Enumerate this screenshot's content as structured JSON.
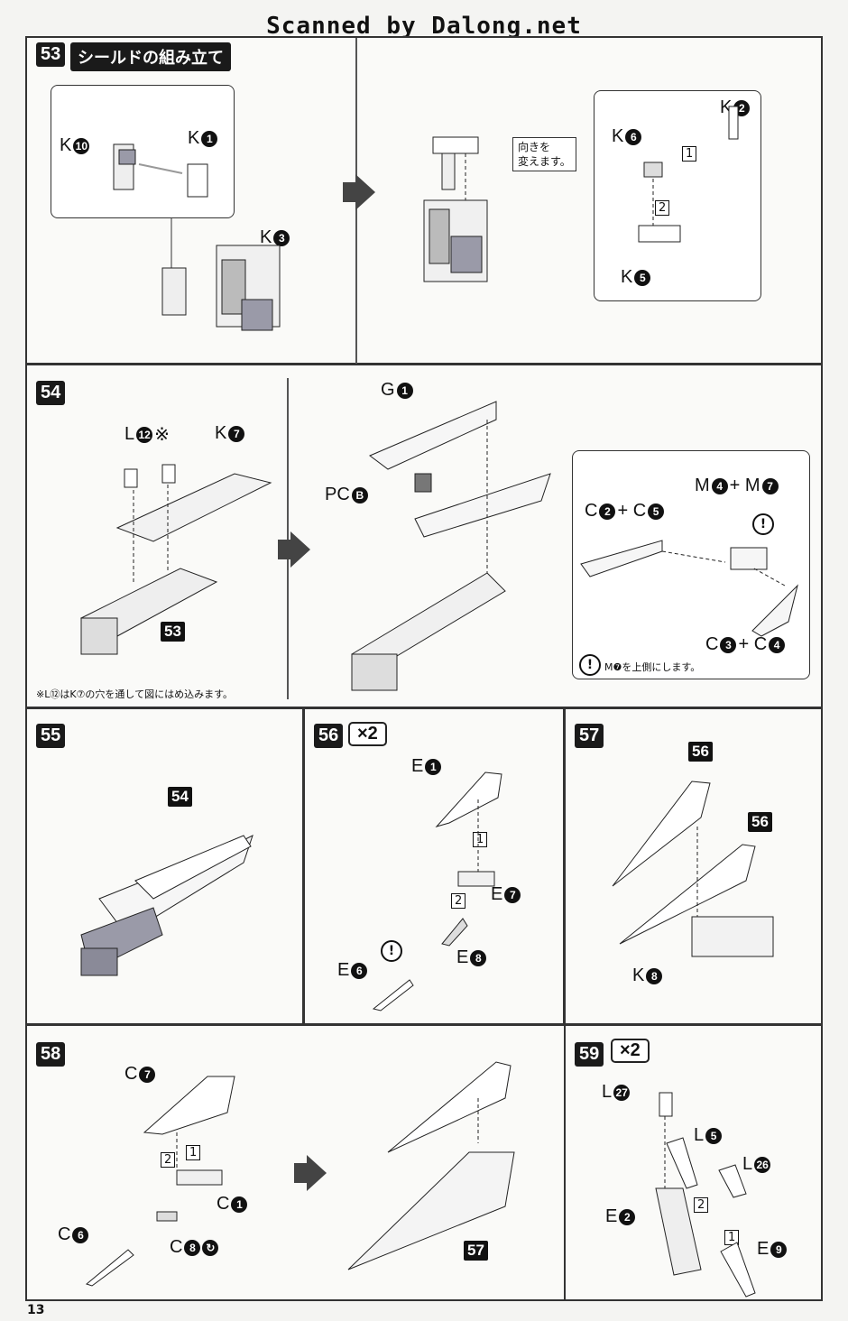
{
  "header": {
    "scan_credit": "Scanned by Dalong.net"
  },
  "page_number": "13",
  "steps": {
    "s53": {
      "num": "53",
      "title": "シールドの組み立て",
      "labels": [
        "K",
        "10",
        "K",
        "1",
        "K",
        "3",
        "K",
        "6",
        "K",
        "2",
        "K",
        "5"
      ],
      "callout": "向きを\n変えます。",
      "sub_steps": [
        "1",
        "2"
      ]
    },
    "s54": {
      "num": "54",
      "labels": [
        "L",
        "12",
        "※",
        "K",
        "7",
        "53",
        "G",
        "1",
        "PC",
        "B",
        "M",
        "4",
        "+ M",
        "7",
        "C",
        "2",
        "+ C",
        "5",
        "C",
        "3",
        "+ C",
        "4"
      ],
      "note_left": "※L⑫はK⑦の穴を通して図にはめ込みます。",
      "note_right": "M❼を上側にします。"
    },
    "s55": {
      "num": "55",
      "ref": "54"
    },
    "s56": {
      "num": "56",
      "multiplier": "×2",
      "labels": [
        "E",
        "1",
        "E",
        "7",
        "E",
        "8",
        "E",
        "6"
      ],
      "sub_steps": [
        "1",
        "2"
      ]
    },
    "s57": {
      "num": "57",
      "refs": [
        "56",
        "56"
      ],
      "labels": [
        "K",
        "8"
      ]
    },
    "s58": {
      "num": "58",
      "labels": [
        "C",
        "7",
        "C",
        "1",
        "C",
        "6",
        "C",
        "8"
      ],
      "ref": "57",
      "sub_steps": [
        "2",
        "1"
      ]
    },
    "s59": {
      "num": "59",
      "multiplier": "×2",
      "labels": [
        "L",
        "27",
        "L",
        "5",
        "L",
        "26",
        "E",
        "2",
        "E",
        "9"
      ],
      "sub_steps": [
        "2",
        "1"
      ]
    }
  },
  "colors": {
    "frame": "#333333",
    "label_bg": "#1a1a1a",
    "highlight": "#9a9aa8"
  }
}
